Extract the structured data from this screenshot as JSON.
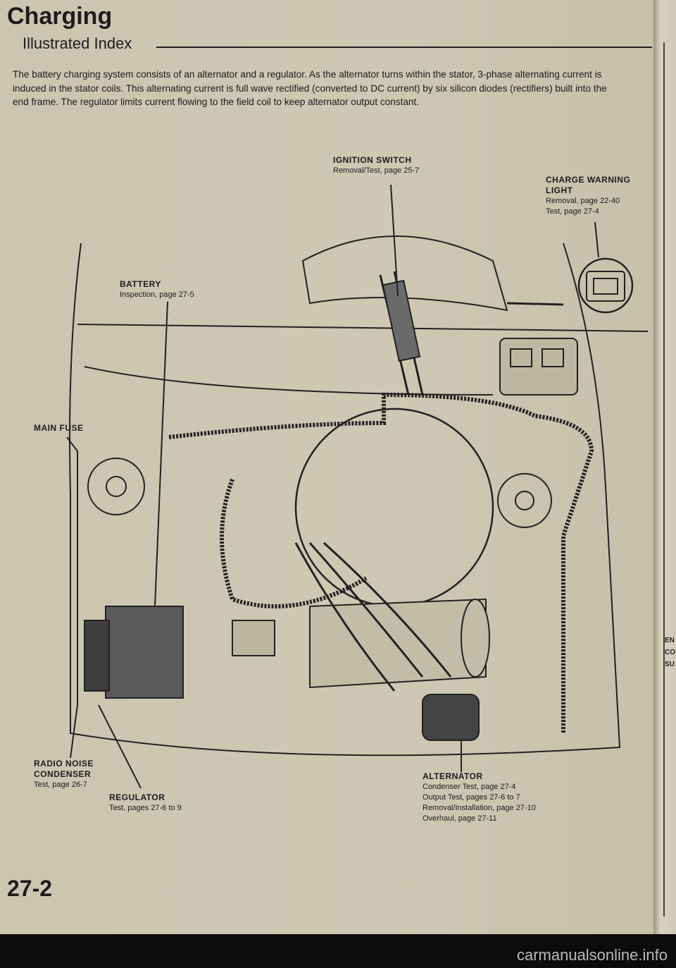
{
  "header": {
    "title": "Charging",
    "subtitle": "Illustrated Index"
  },
  "intro": "The battery charging system consists of an alternator and a regulator. As the alternator turns within the stator, 3-phase alternating current is induced in the stator coils. This alternating current is full wave rectified (converted to DC current) by six silicon diodes (rectifiers) built into the end frame. The regulator limits current flowing to the field coil to keep alternator output constant.",
  "callouts": {
    "ignition_switch": {
      "name": "IGNITION SWITCH",
      "lines": [
        "Removal/Test, page 25-7"
      ]
    },
    "charge_warning_light": {
      "name_line1": "CHARGE WARNING",
      "name_line2": "LIGHT",
      "lines": [
        "Removal, page 22-40",
        "Test, page 27-4"
      ]
    },
    "battery": {
      "name": "BATTERY",
      "lines": [
        "Inspection, page 27-5"
      ]
    },
    "main_fuse": {
      "name": "MAIN FUSE"
    },
    "radio_noise_condenser": {
      "name_line1": "RADIO NOISE",
      "name_line2": "CONDENSER",
      "lines": [
        "Test, page 26-7"
      ]
    },
    "regulator": {
      "name": "REGULATOR",
      "lines": [
        "Test, pages 27-6 to 9"
      ]
    },
    "alternator": {
      "name": "ALTERNATOR",
      "lines": [
        "Condenser Test, page 27-4",
        "Output Test, pages 27-6 to 7",
        "Removal/Installation, page 27-10",
        "Overhaul, page 27-11"
      ]
    }
  },
  "page_number": "27-2",
  "adjacent_page": [
    "EN",
    "CO",
    "SU"
  ],
  "watermark": "carmanualsonline.info"
}
